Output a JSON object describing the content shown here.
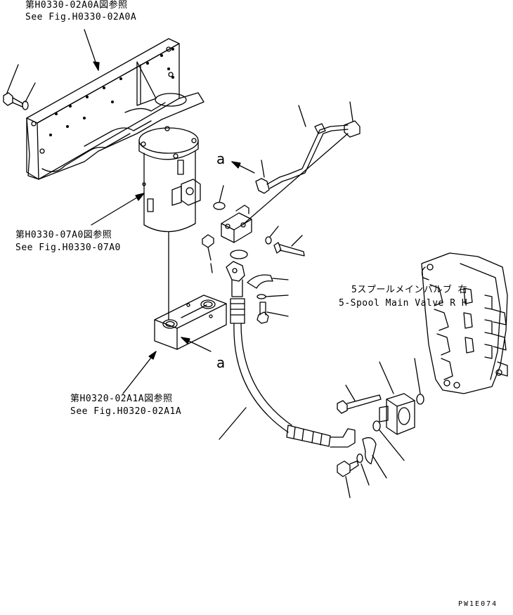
{
  "references": {
    "frame": {
      "jp": "第H0330-02A0A図参照",
      "en": "See Fig.H0330-02A0A"
    },
    "filter": {
      "jp": "第H0330-07A0図参照",
      "en": "See Fig.H0330-07A0"
    },
    "block": {
      "jp": "第H0320-02A1A図参照",
      "en": "See Fig.H0320-02A1A"
    },
    "valve": {
      "jp": "5スプールメインバルブ 右",
      "en": "5-Spool Main Valve R H"
    }
  },
  "callouts": {
    "a_upper": "a",
    "a_lower": "a"
  },
  "drawing_code": "PW1E074"
}
